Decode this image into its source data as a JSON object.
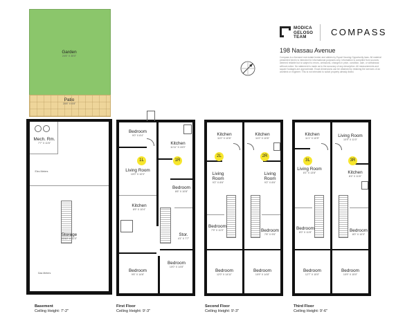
{
  "branding": {
    "team_line1": "MODICA",
    "team_line2": "GELOSO",
    "team_line3": "TEAM",
    "brokerage": "COMPASS",
    "address": "198 Nassau Avenue",
    "disclaimer": "Compass is a licensed real estate broker and abides by Equal Housing Opportunity laws. All material presented herein is intended for informational purposes only. Information is compiled from sources deemed reliable but is subject to errors, omissions, changes in price, condition, sale, or withdrawal without notice. No statement is made as to the accuracy of any description. All measurements and square footages are approximate. Exact dimensions can be obtained by retaining the services of an architect or engineer. This is not intended to solicit property already listed."
  },
  "outdoor": {
    "garden_name": "Garden",
    "garden_size": "24'6\" X 35'0\"",
    "patio_name": "Patio",
    "patio_size": "24'6\" X 6'8\""
  },
  "basement": {
    "mech_name": "Mech. Rm.",
    "mech_size": "7'7\" X 11'6\"",
    "elec_label": "Elec Meters",
    "storage_name": "Storage",
    "storage_size": "23'10\" X 41'0\"",
    "gas_label": "Gas Meters"
  },
  "first_floor": {
    "unit_left": "1L",
    "unit_right": "1R",
    "bedroom_top_name": "Bedroom",
    "bedroom_top_size": "9'0\" X 8'4\"",
    "kitchen_right_name": "Kitchen",
    "kitchen_right_size": "11'11\" X 15'0\"",
    "living_name": "Living Room",
    "living_size": "10'0\" X 10'3\"",
    "bedroom_mid_name": "Bedroom",
    "bedroom_mid_size": "8'6\" X 10'8\"",
    "kitchen_left_name": "Kitchen",
    "kitchen_left_size": "8'9\" X 10'4\"",
    "stor_name": "Stor.",
    "stor_size": "4'1\" X 7'7\"",
    "bedroom_bl_name": "Bedroom",
    "bedroom_bl_size": "9'6\" X 14'6\"",
    "bedroom_br_name": "Bedroom",
    "bedroom_br_size": "10'0\" X 14'8\""
  },
  "second_floor": {
    "unit_left": "2L",
    "unit_right": "2R",
    "kitchen_l_name": "Kitchen",
    "kitchen_l_size": "11'0\" X 10'6\"",
    "kitchen_r_name": "Kitchen",
    "kitchen_r_size": "11'0\" X 10'6\"",
    "living_l_name": "Living Room",
    "living_l_size": "9'2\" X 8'6\"",
    "living_r_name": "Living Room",
    "living_r_size": "9'2\" X 8'6\"",
    "bedroom_ml_name": "Bedroom",
    "bedroom_ml_size": "7'9\" X 11'0\"",
    "bedroom_mr_name": "Bedroom",
    "bedroom_mr_size": "7'6\" X 9'6\"",
    "bedroom_bl_name": "Bedroom",
    "bedroom_bl_size": "12'0\" X 14'11\"",
    "bedroom_br_name": "Bedroom",
    "bedroom_br_size": "10'9\" X 14'8\""
  },
  "third_floor": {
    "unit_left": "3L",
    "unit_right": "3R",
    "kitchen_l_name": "Kitchen",
    "kitchen_l_size": "11'1\" X 10'5\"",
    "living_r_name": "Living Room",
    "living_r_size": "10'9\" X 11'0\"",
    "living_l_name": "Living Room",
    "living_l_size": "8'1\" X 13'8\"",
    "kitchen_r_name": "Kitchen",
    "kitchen_r_size": "8'4\" X 11'6\"",
    "bedroom_ml_name": "Bedroom",
    "bedroom_ml_size": "8'0\" X 11'8\"",
    "bedroom_mr_name": "Bedroom",
    "bedroom_mr_size": "8'0\" X 10'3\"",
    "bedroom_bl_name": "Bedroom",
    "bedroom_bl_size": "12'7\" X 15'0\"",
    "bedroom_br_name": "Bedroom",
    "bedroom_br_size": "10'9\" X 15'0\""
  },
  "captions": [
    {
      "title": "Basement",
      "height": "Ceiling Height: 7'-2\""
    },
    {
      "title": "First Floor",
      "height": "Ceiling Height: 9'-3\""
    },
    {
      "title": "Second Floor",
      "height": "Ceiling Height: 9'-3\""
    },
    {
      "title": "Third Floor",
      "height": "Ceiling Height: 9'-6\""
    }
  ],
  "colors": {
    "garden": "#8bc66b",
    "patio": "#eed59a",
    "unit_badge": "#f7e62c",
    "wall": "#111111"
  }
}
